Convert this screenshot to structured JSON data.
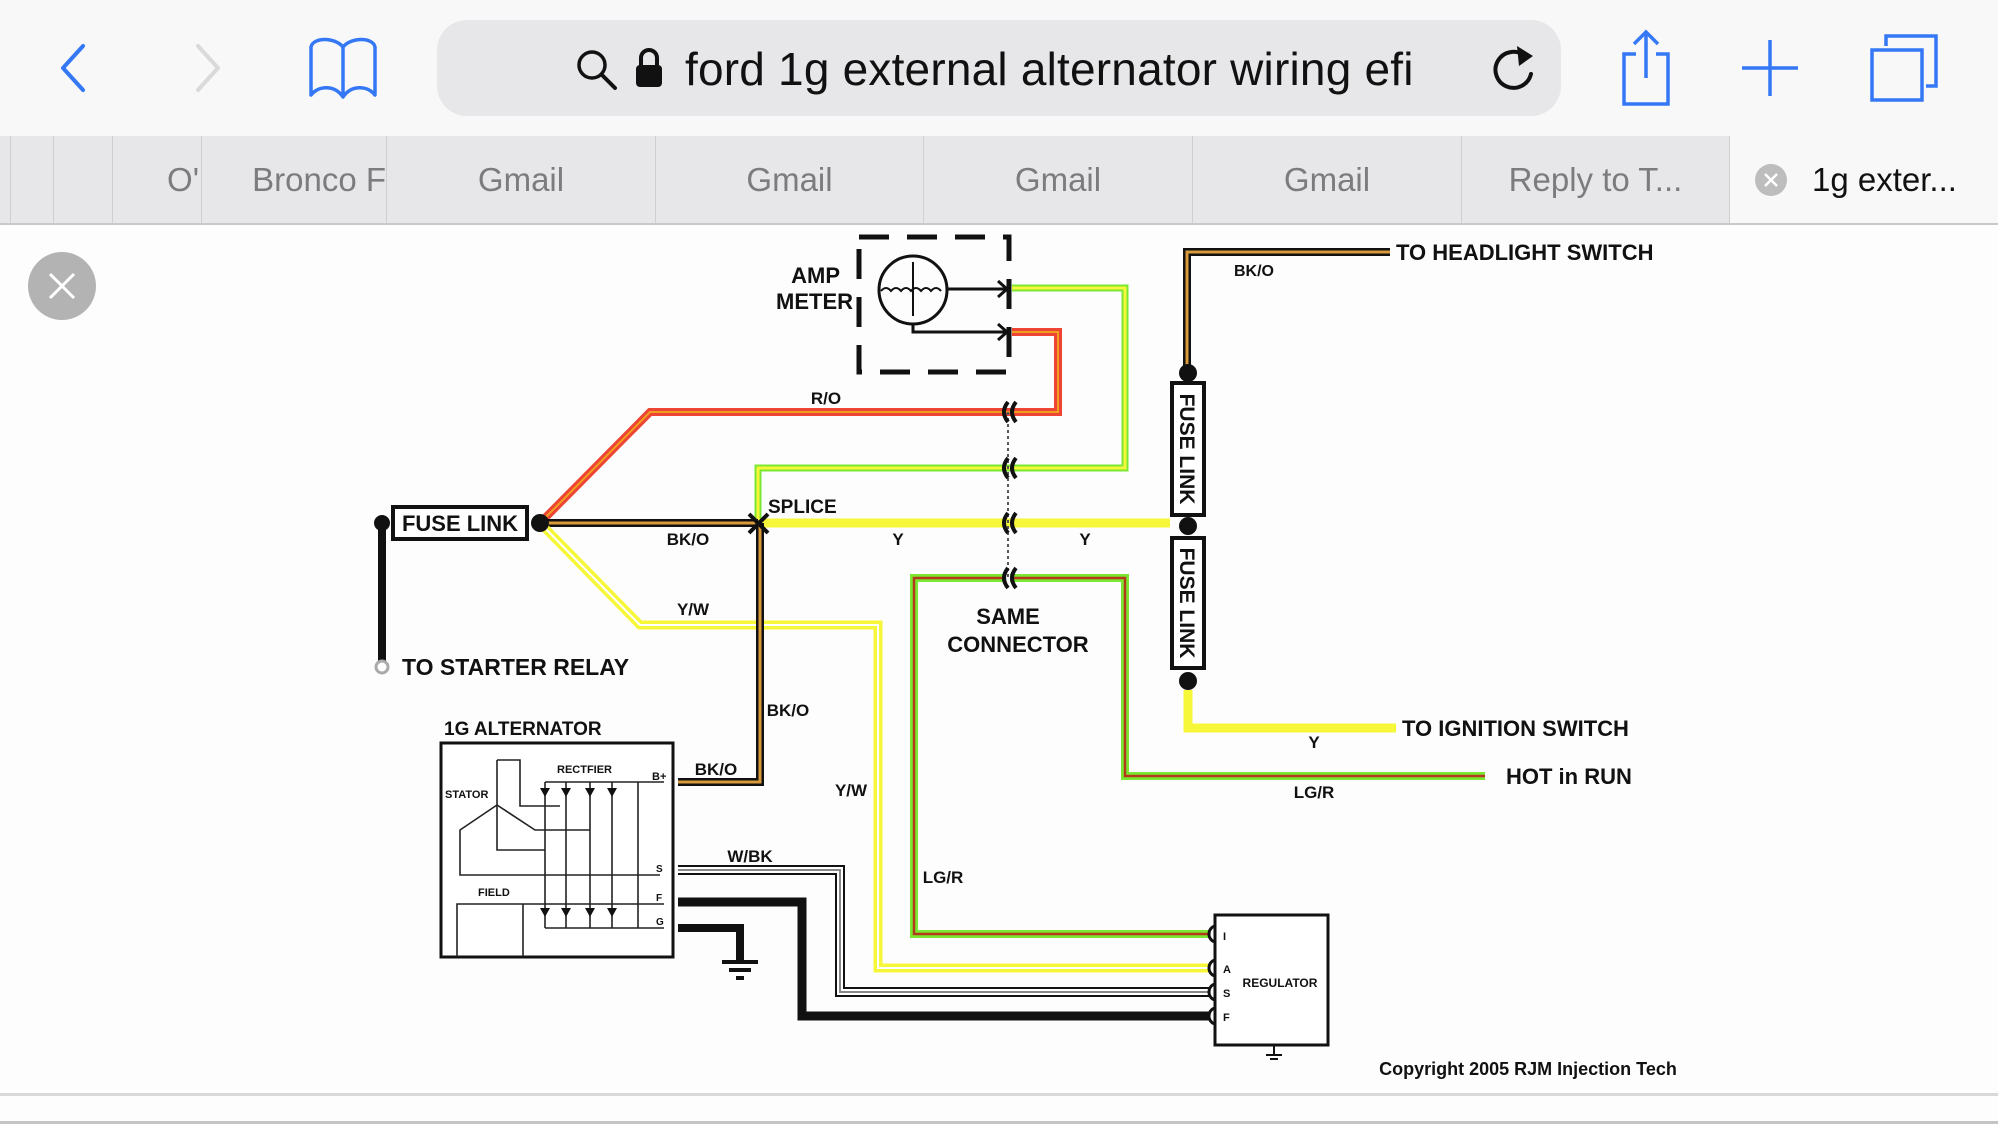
{
  "browser": {
    "url_text": "ford 1g external alternator wiring efi",
    "icons": {
      "back": "chevron-left-icon",
      "forward": "chevron-right-icon",
      "bookmarks": "book-icon",
      "search": "magnifier-icon",
      "lock": "lock-icon",
      "reload": "reload-icon",
      "share": "share-icon",
      "new_tab": "plus-icon",
      "tabs": "tabs-icon"
    },
    "colors": {
      "accent": "#3478f6",
      "toolbar_bg": "#f8f8f8",
      "tabbar_bg": "#e7e7e9"
    }
  },
  "tabs": [
    {
      "label": ""
    },
    {
      "label": ""
    },
    {
      "label": "O'"
    },
    {
      "label": "Bronco F"
    },
    {
      "label": "Gmail"
    },
    {
      "label": "Gmail"
    },
    {
      "label": "Gmail"
    },
    {
      "label": "Gmail"
    },
    {
      "label": "Reply to T..."
    },
    {
      "label": "1g exter...",
      "active": true
    }
  ],
  "viewer": {
    "close_icon": "close-icon"
  },
  "diagram": {
    "components": {
      "amp_meter_line1": "AMP",
      "amp_meter_line2": "METER",
      "fuse_link_left": "FUSE LINK",
      "fuse_link_right_1": "FUSE LINK",
      "fuse_link_right_2": "FUSE LINK",
      "splice": "SPLICE",
      "same_connector_line1": "SAME",
      "same_connector_line2": "CONNECTOR",
      "alternator": "1G ALTERNATOR",
      "rectifier": "RECTFIER",
      "stator": "STATOR",
      "field": "FIELD",
      "regulator": "REGULATOR",
      "alt_terminals": [
        "B+",
        "S",
        "F",
        "G"
      ],
      "reg_terminals": [
        "I",
        "A",
        "S",
        "F"
      ]
    },
    "destinations": {
      "starter_relay": "TO STARTER RELAY",
      "headlight_switch": "TO HEADLIGHT SWITCH",
      "ignition_switch": "TO IGNITION SWITCH",
      "hot_in_run": "HOT in RUN"
    },
    "wire_labels": {
      "r_o": "R/O",
      "bk_o_1": "BK/O",
      "bk_o_2": "BK/O",
      "bk_o_3": "BK/O",
      "bk_o_top": "BK/O",
      "y_w_1": "Y/W",
      "y_w_2": "Y/W",
      "y_1": "Y",
      "y_2": "Y",
      "y_3": "Y",
      "lg_r_1": "LG/R",
      "lg_r_2": "LG/R",
      "w_bk": "W/BK"
    },
    "wire_colors": {
      "red_orange": "#ee4433",
      "orange_stripe": "#f0a020",
      "black": "#111111",
      "brown_orange": "#d89a3a",
      "yellow": "#f7f73a",
      "light_green": "#7ae832",
      "dark_red": "#b53a1a",
      "gray": "#888888"
    },
    "copyright": "Copyright 2005 RJM Injection Tech"
  }
}
